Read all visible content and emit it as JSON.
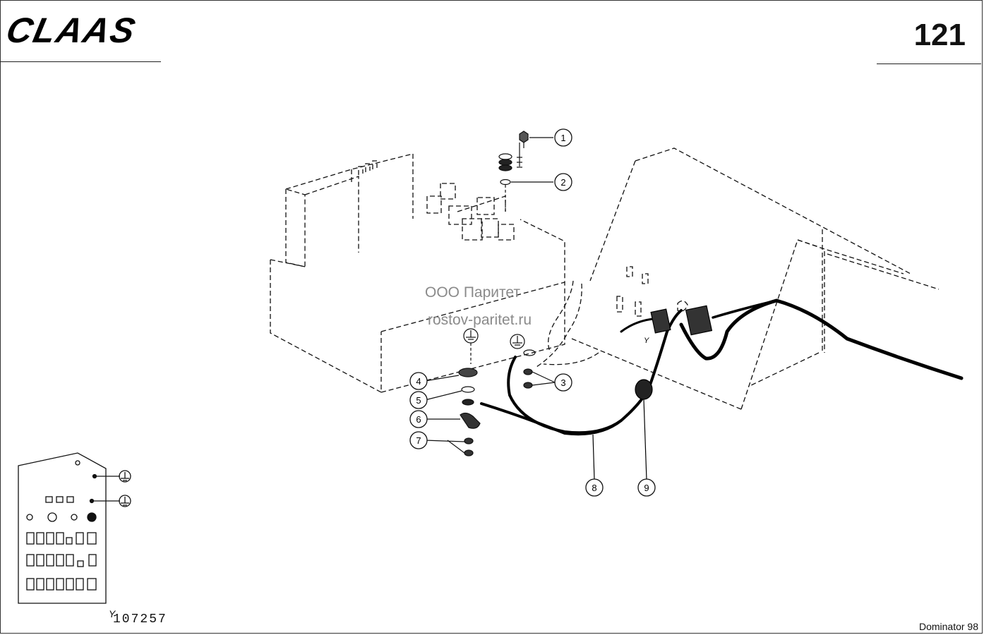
{
  "header": {
    "logo_text": "CLAAS",
    "page_number": "121"
  },
  "watermark": {
    "line1": "ООО Паритет",
    "line2": "rostov-paritet.ru"
  },
  "callouts": [
    "1",
    "2",
    "3",
    "4",
    "5",
    "6",
    "7",
    "8",
    "9"
  ],
  "footer": {
    "inset_mark": "Y",
    "drawing_code": "107257",
    "model": "Dominator 98"
  },
  "diagram_labels": {
    "connector_mark": "Y"
  }
}
